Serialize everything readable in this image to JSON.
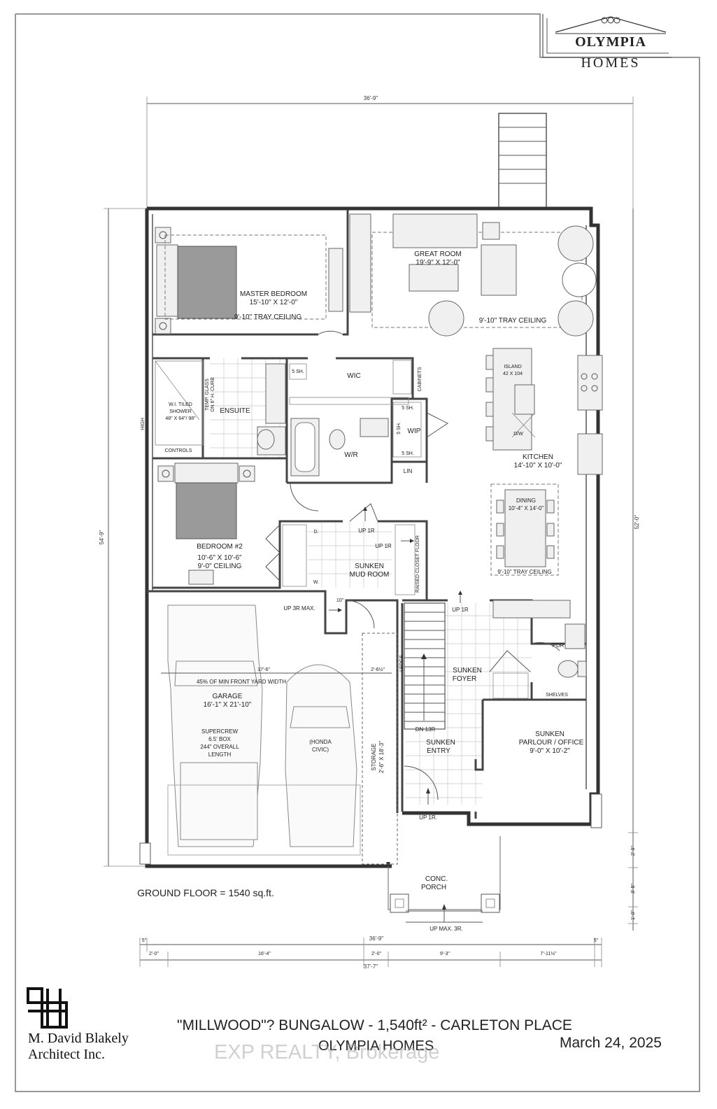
{
  "brand": {
    "line1": "OLYMPIA",
    "line2": "HOMES"
  },
  "rooms": {
    "master": {
      "name": "MASTER BEDROOM",
      "size": "15'-10\" X 12'-0\"",
      "ceiling": "9'-10\" TRAY CEILING"
    },
    "great": {
      "name": "GREAT ROOM",
      "size": "19'-9\" X 12'-0\"",
      "ceiling": "9'-10\" TRAY CEILING"
    },
    "ensuite": "ENSUITE",
    "shower": {
      "l1": "W.I. TILED",
      "l2": "SHOWER",
      "l3": "48\" X 64\"/ 98\""
    },
    "glass": {
      "l1": "TEMP. GLASS",
      "l2": "ON 6\" H. CURB"
    },
    "high": "HIGH",
    "controls": "CONTROLS",
    "wic": "WIC",
    "sh5": "5 SH.",
    "cabinets": "CABINETS",
    "wip": "WIP",
    "wr": "W/R",
    "lin": "LIN",
    "island": {
      "l1": "ISLAND",
      "l2": "42 X 104"
    },
    "dw": "D/W",
    "kitchen": {
      "name": "KITCHEN",
      "size": "14'-10\" X 10'-0\""
    },
    "dining": {
      "name": "DINING",
      "size": "10'-4\" X 14'-0\"",
      "ceiling": "9'-10\" TRAY CEILING"
    },
    "bed2": {
      "name": "BEDROOM #2",
      "size": "10'-6\" X 10'-6\"",
      "ceiling": "9'-0\" CEILING"
    },
    "mud": {
      "l1": "SUNKEN",
      "l2": "MUD ROOM"
    },
    "up1r": "UP 1R",
    "up1r_dot": "UP 1R.",
    "d": "D.",
    "w": "W.",
    "raised": "RAISED CLOSET FLOOR",
    "up3r": "UP 3R MAX.",
    "ten": "10\"",
    "garage": {
      "name": "GARAGE",
      "size": "16'-1\" X 21'-10\""
    },
    "yard": "45% OF MIN FRONT YARD WIDTH",
    "d176": "17'-6\"",
    "d26h": "2'-6½\"",
    "ledge": "LEDGE",
    "foyer": {
      "l1": "SUNKEN",
      "l2": "FOYER"
    },
    "pdr": "PDR",
    "shelves": "SHELVES",
    "truck": {
      "l1": "SUPERCREW",
      "l2": "6.5' BOX",
      "l3": "244\" OVERALL",
      "l4": "LENGTH"
    },
    "car": {
      "l1": "(HONDA",
      "l2": "CIVIC)"
    },
    "storage": {
      "l1": "STORAGE",
      "l2": "2'-6\" X 18'-3\""
    },
    "dn13r": "DN 13R",
    "entry": {
      "l1": "SUNKEN",
      "l2": "ENTRY"
    },
    "parlour": {
      "l1": "SUNKEN",
      "l2": "PARLOUR / OFFICE",
      "l3": "9'-0\" X 10'-2\""
    },
    "porch": {
      "l1": "CONC.",
      "l2": "PORCH"
    },
    "upmax": "UP MAX. 3R."
  },
  "dims": {
    "top": "36'-9\"",
    "left": "54'-9\"",
    "right": "52'-0\"",
    "r29": "2'-9\"",
    "r35": "3'-5\"",
    "r10": "1'-0\"",
    "b5a": "5\"",
    "b5b": "5\"",
    "b369": "36'-9\"",
    "b20a": "2'-0\"",
    "b164": "16'-4\"",
    "b20b": "2'-0\"",
    "b93": "9'-3\"",
    "b711": "7'-11½\"",
    "b377": "37'-7\""
  },
  "floor_area": "GROUND FLOOR = 1540 sq.ft.",
  "architect": {
    "line1": "M. David Blakely",
    "line2": "Architect  Inc."
  },
  "project": {
    "line1": "\"MILLWOOD\"? BUNGALOW   - 1,540ft² - CARLETON PLACE",
    "line2": "OLYMPIA HOMES"
  },
  "date": "March 24, 2025",
  "watermark": "EXP REALTY, Brokerage"
}
